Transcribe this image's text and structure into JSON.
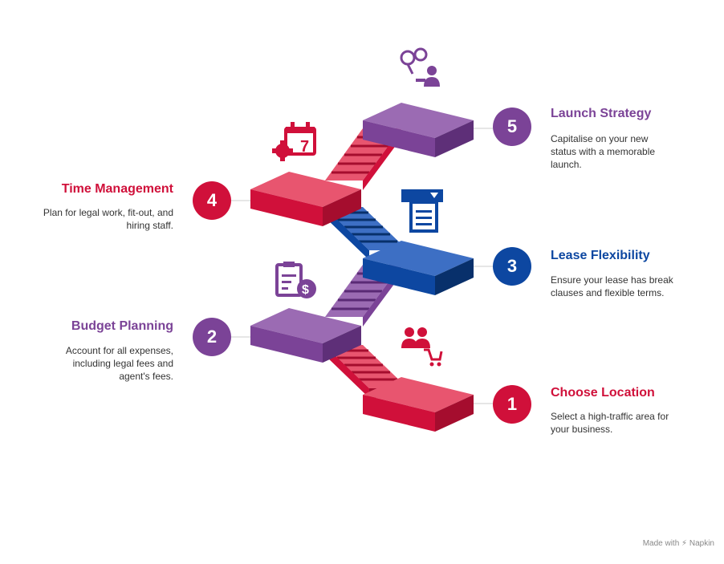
{
  "colors": {
    "red": "#d0103a",
    "purple": "#7b4397",
    "blue": "#0d47a1"
  },
  "steps": [
    {
      "number": "1",
      "title": "Choose Location",
      "description": "Select a high-traffic area for your business.",
      "color": "red",
      "icon": "shopping-people-cart-icon"
    },
    {
      "number": "2",
      "title": "Budget Planning",
      "description": "Account for all expenses, including legal fees and agent's fees.",
      "color": "purple",
      "icon": "clipboard-dollar-icon"
    },
    {
      "number": "3",
      "title": "Lease Flexibility",
      "description": "Ensure your lease has break clauses and flexible terms.",
      "color": "blue",
      "icon": "document-icon"
    },
    {
      "number": "4",
      "title": "Time Management",
      "description": "Plan for legal work, fit-out, and hiring staff.",
      "color": "red",
      "icon": "calendar-gear-icon"
    },
    {
      "number": "5",
      "title": "Launch Strategy",
      "description": "Capitalise on your new status with a memorable launch.",
      "color": "purple",
      "icon": "idea-person-icon"
    }
  ],
  "footer": {
    "text": "Made with",
    "brand": "Napkin"
  }
}
